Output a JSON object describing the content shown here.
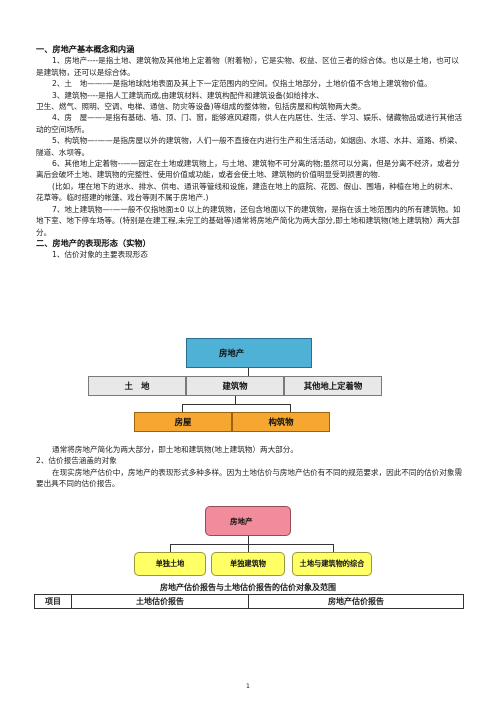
{
  "section1": {
    "heading": "一、房地产基本概念和内涵",
    "p1": "1、房地产----是指土地、建筑物及其他地上定着物（附着物），它是实物、权益、区位三者的综合体。也以是土地，也可以是建筑物，还可以是综合体。",
    "p2": "2、土　地——-—是指地球陆地表面及其上下一定范围内的空间。仅指土地部分，土地价值不含地上建筑物价值。",
    "p3a": "3、建筑物----是指人工建筑而成,由建筑材料、建筑构配件和建筑设备(如给排水、",
    "p3b": "卫生、燃气、照明、空调、电梯、通信、防灾等设备)等组成的整体物，包括房屋和构筑物两大类。",
    "p4": "4、房　屋——-是指有基础、墙、顶、门、窗，能够遮风避雨，供人在内居住、生活、学习、娱乐、储藏物品或进行其他活动的空间场所。",
    "p5": "5、构筑物—-——是指房屋以外的建筑物，人们一般不直接在内进行生产和生活活动，如烟囱、水塔、水井、道路、桥梁、隧道、水坝等。",
    "p6": "6、其他地上定着物--——固定在土地或建筑物上，与土地、建筑物不可分离的物;虽然可以分离，但是分离不经济，或者分离后会破坏土地、建筑物的完整性、使用价值或功能，或者会使土地、建筑物的价值明显受到损害的物.",
    "p7": "(比如，埋在地下的进水、排水、供电、通讯等管线和设施，建造在地上的庭院、花园、假山、围墙，种植在地上的树木、花草等。临时搭建的帐篷、戏台等则不属于房地产.)",
    "p8": "7、地上建筑物—-—一般不仅指地面±0 以上的建筑物，还包含地面以下的建筑物，是指在该土地范围内的所有建筑物。如地下室、地下停车场等。(特别是在建工程,未完工的基础等)通常将房地产简化为两大部分,即土地和建筑物(地上建筑物）两大部分。"
  },
  "section2": {
    "heading": "二、房地产的表现形态（实物）",
    "sub1": "1、估价对象的主要表现形态",
    "chart1": {
      "root": "房地产",
      "level1": [
        "土　地",
        "建筑物",
        "其他地上定着物"
      ],
      "level2": [
        "房屋",
        "构筑物"
      ]
    },
    "after_chart1": "通常将房地产简化为两大部分，即土地和建筑物(地上建筑物）两大部分。",
    "sub2": "2、估价报告涵盖的对象",
    "p_sub2": "在现实房地产估价中，房地产的表现形式多种多样。因为土地估价与房地产估价有不同的规范要求，因此不同的估价对象需要出具不同的估价报告。",
    "chart2": {
      "root": "房地产",
      "children": [
        "单独土地",
        "单独建筑物",
        "土地与建筑物的综合"
      ]
    }
  },
  "table": {
    "caption": "房地产估价报告与土地估价报告的估价对象及范围",
    "headers": [
      "项目",
      "土地估价报告",
      "房地产估价报告"
    ]
  },
  "footer": {
    "page_number": "1"
  },
  "colors": {
    "blue": "#4fb1d6",
    "grey": "#e8e8e8",
    "orange": "#f5a732",
    "pink": "#f08c9b",
    "yellow": "#ffff66"
  }
}
